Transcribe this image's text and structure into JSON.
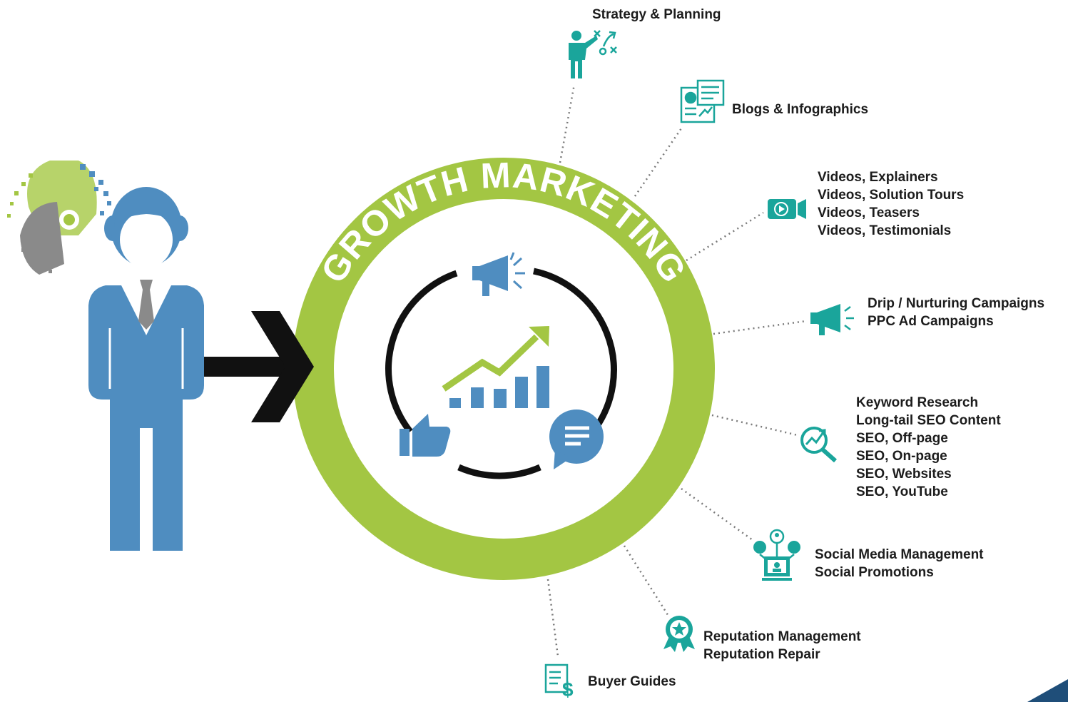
{
  "diagram": {
    "title": "GROWTH MARKETING",
    "colors": {
      "green": "#a3c643",
      "blue": "#4f8dc0",
      "teal": "#1aa59b",
      "gray": "#8a8a8a",
      "black": "#111111",
      "navy": "#1f4e79"
    },
    "branches": [
      {
        "icon": "strategy-planning-icon",
        "lines": [
          "Strategy & Planning"
        ]
      },
      {
        "icon": "blog-document-icon",
        "lines": [
          "Blogs & Infographics"
        ]
      },
      {
        "icon": "video-camera-icon",
        "lines": [
          "Videos, Explainers",
          "Videos, Solution Tours",
          "Videos, Teasers",
          "Videos, Testimonials"
        ]
      },
      {
        "icon": "megaphone-icon",
        "lines": [
          "Drip / Nurturing Campaigns",
          "PPC Ad Campaigns"
        ]
      },
      {
        "icon": "seo-search-icon",
        "lines": [
          "Keyword Research",
          "Long-tail SEO Content",
          "SEO, Off-page",
          "SEO, On-page",
          "SEO, Websites",
          "SEO, YouTube"
        ]
      },
      {
        "icon": "social-network-icon",
        "lines": [
          "Social Media Management",
          "Social Promotions"
        ]
      },
      {
        "icon": "award-ribbon-icon",
        "lines": [
          "Reputation Management",
          "Reputation Repair"
        ]
      },
      {
        "icon": "buyer-guide-icon",
        "lines": [
          "Buyer Guides"
        ]
      }
    ]
  }
}
